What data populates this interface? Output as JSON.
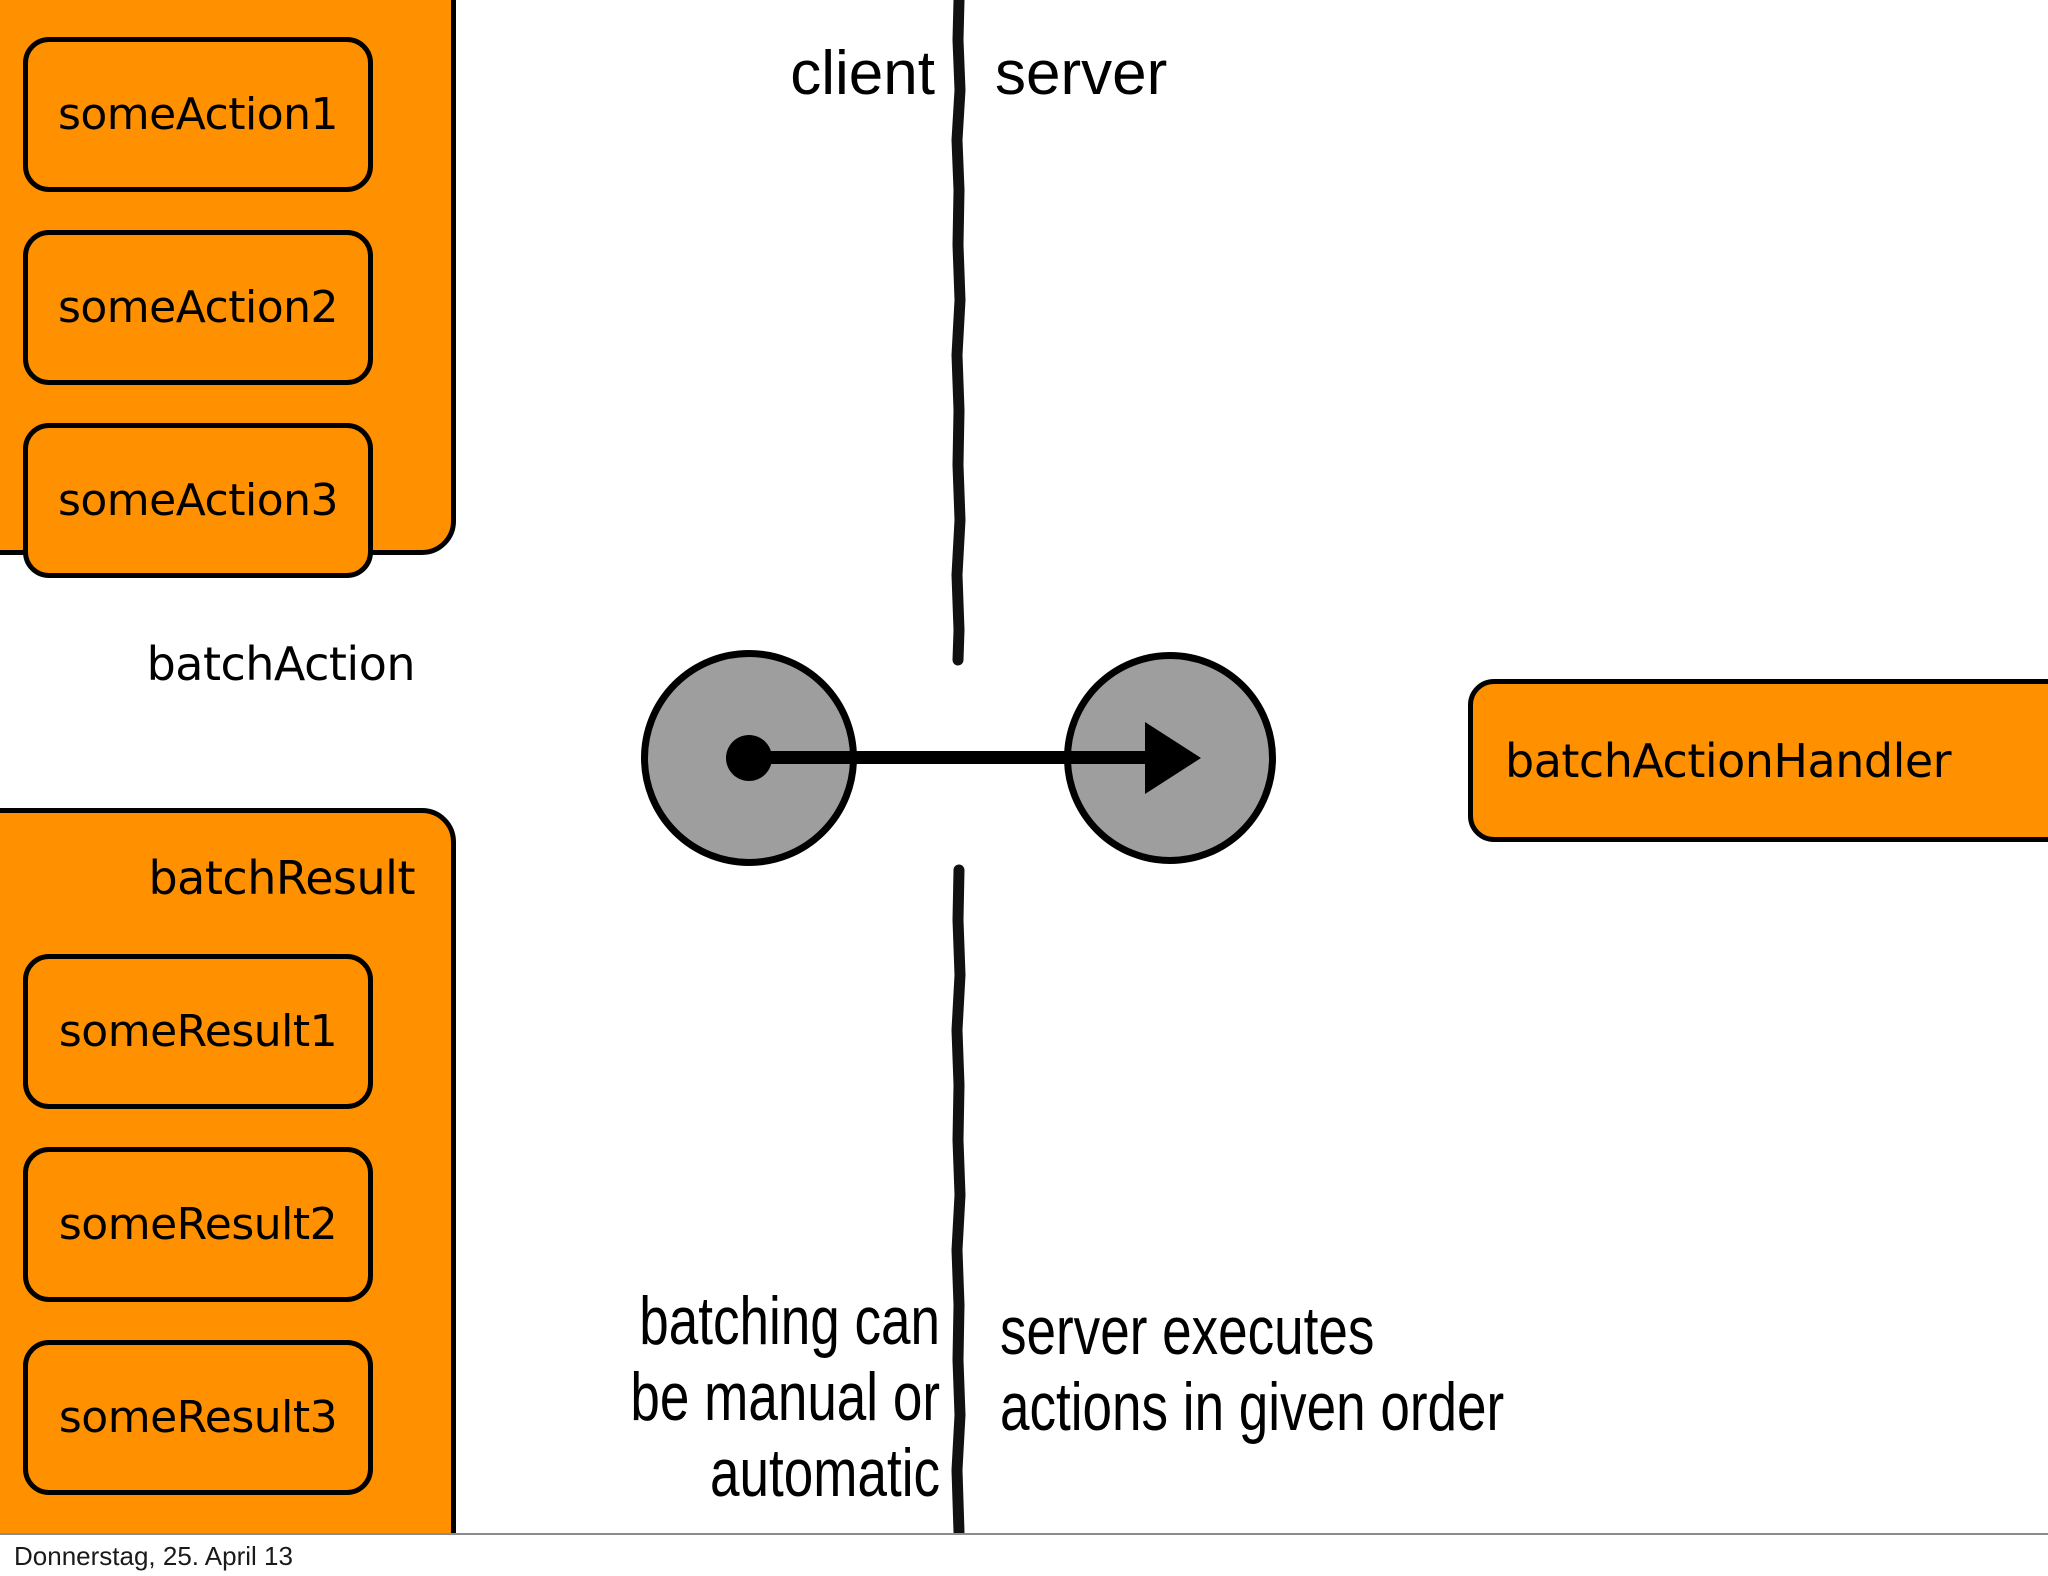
{
  "slide": {
    "background_color": "#ffffff",
    "accent_color": "#ff9000",
    "node_color": "#9e9e9e",
    "stroke_color": "#000000"
  },
  "headings": {
    "client": "client",
    "server": "server"
  },
  "client_group": {
    "caption": "batchAction",
    "items": [
      {
        "label": "someAction1"
      },
      {
        "label": "someAction2"
      },
      {
        "label": "someAction3"
      }
    ]
  },
  "result_group": {
    "caption": "batchResult",
    "items": [
      {
        "label": "someResult1"
      },
      {
        "label": "someResult2"
      },
      {
        "label": "someResult3"
      }
    ]
  },
  "server_group": {
    "handler_label": "batchActionHandler"
  },
  "message_flow": {
    "source_node": "client-message-node",
    "target_node": "server-message-node",
    "direction": "client-to-server"
  },
  "notes": {
    "client_note_line1": "batching can",
    "client_note_line2": "be manual or",
    "client_note_line3": "automatic",
    "server_note_line1": "server executes",
    "server_note_line2": "actions in given order"
  },
  "footer": {
    "date": "Donnerstag, 25. April 13"
  }
}
